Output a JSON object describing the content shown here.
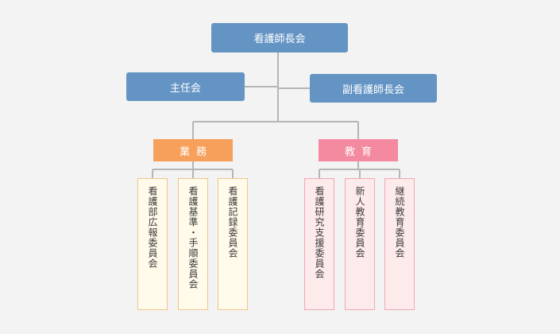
{
  "top": {
    "label": "看護師長会"
  },
  "left_branch": {
    "label": "主任会"
  },
  "right_branch": {
    "label": "副看護師長会"
  },
  "categories": [
    {
      "label": "業務",
      "children": [
        "看護部広報委員会",
        "看護基準・手順委員会",
        "看護記録委員会"
      ]
    },
    {
      "label": "教育",
      "children": [
        "看護研究支援委員会",
        "新人教育委員会",
        "継続教育委員会"
      ]
    }
  ],
  "colors": {
    "node_blue": "#6494c4",
    "category_work": "#f7a05c",
    "category_education": "#f38aa0",
    "leaf_work_fill": "#fffaea",
    "leaf_education_fill": "#fdeaea",
    "connector": "#b5b5b5"
  }
}
